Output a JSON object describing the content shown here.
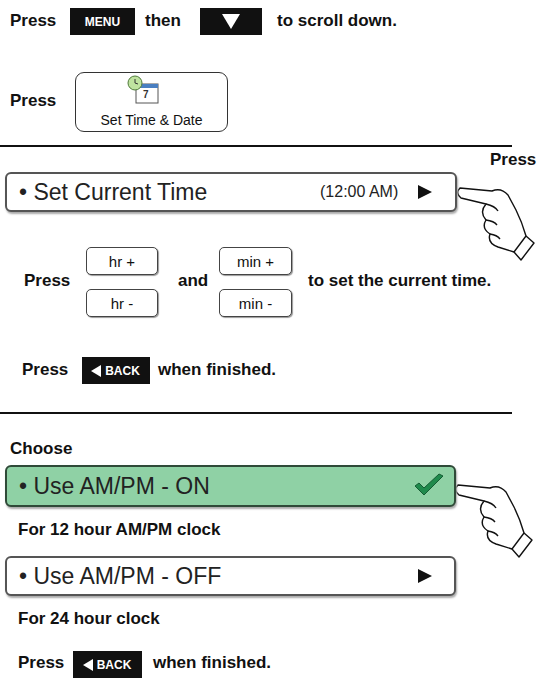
{
  "diagram": {
    "nodes": [
      {
        "text": [
          "MENU"
        ]
      },
      {
        "text": [
          "Set Time & Date"
        ]
      },
      {
        "text": [
          "• Set Current Time",
          "(12:00 AM)"
        ]
      },
      {
        "text": [
          "hr +"
        ]
      },
      {
        "text": [
          "hr -"
        ]
      },
      {
        "text": [
          "min +"
        ]
      },
      {
        "text": [
          "min -"
        ]
      },
      {
        "text": [
          "BACK"
        ]
      },
      {
        "text": [
          "• Use AM/PM - ON"
        ]
      },
      {
        "text": [
          "• Use AM/PM - OFF"
        ]
      },
      {
        "text": [
          "BACK"
        ]
      }
    ],
    "labels": [
      "Press",
      "then",
      "to scroll down.",
      "Press",
      "7",
      "Press",
      "Press",
      "and",
      "to set the current time.",
      "Press",
      "when finished.",
      "Choose",
      "For 12 hour AM/PM clock",
      "For 24 hour clock",
      "Press",
      "when finished."
    ]
  }
}
